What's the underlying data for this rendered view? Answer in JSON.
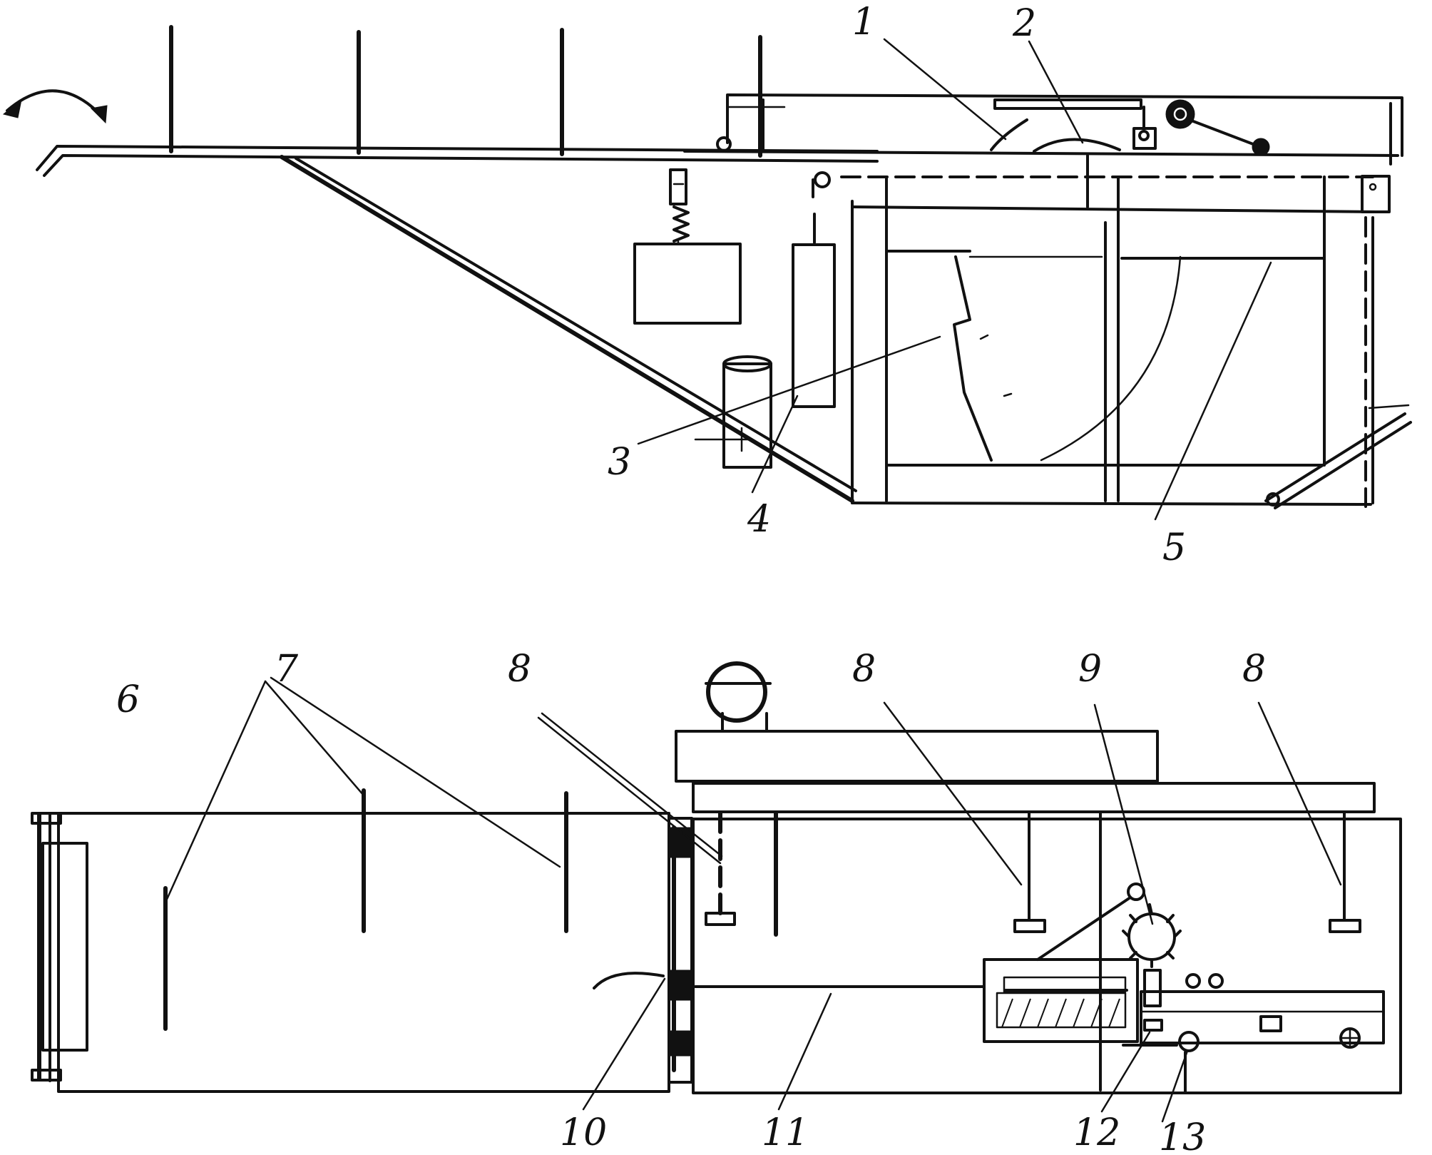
{
  "labels": {
    "l1": "1",
    "l2": "2",
    "l3": "3",
    "l4": "4",
    "l5": "5",
    "l6": "6",
    "l7": "7",
    "l8a": "8",
    "l8b": "8",
    "l8c": "8",
    "l9": "9",
    "l10": "10",
    "l11": "11",
    "l12": "12",
    "l13": "13"
  }
}
